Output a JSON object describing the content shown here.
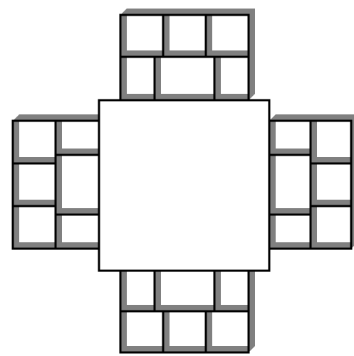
{
  "colors": {
    "background": "#ffffff",
    "outline": "#000000",
    "shadow": "#808080",
    "face": "#ffffff"
  },
  "diagram": {
    "description_type": "cross-shaped tile layout",
    "center_block": "blank",
    "arms": [
      "top",
      "left",
      "right",
      "bottom"
    ],
    "top_arm": {
      "rows": 2,
      "cells_per_row": [
        3,
        3
      ]
    },
    "bottom_arm": {
      "rows": 2,
      "cells_per_row": [
        3,
        3
      ]
    },
    "left_arm": {
      "cols": 2,
      "cells_per_col": [
        3,
        3
      ]
    },
    "right_arm": {
      "cols": 2,
      "cells_per_col": [
        3,
        3
      ]
    }
  }
}
